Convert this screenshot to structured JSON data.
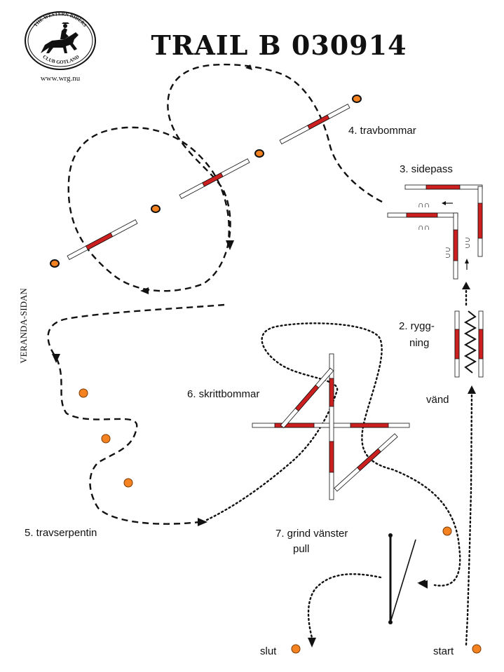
{
  "title": "TRAIL B 030914",
  "logo": {
    "top_text": "THE WESTERN RIDERS",
    "bottom_text": "CLUB GOTLAND",
    "website": "www.wrg.nu"
  },
  "side_label": "VERANDA-SIDAN",
  "obstacles": {
    "travbommar": "4. travbommar",
    "sidepass": "3. sidepass",
    "ryggning_line1": "2. rygg-",
    "ryggning_line2": "ning",
    "vand": "vänd",
    "skrittbommar": "6. skrittbommar",
    "travserpentin": "5. travserpentin",
    "grind_line1": "7. grind vänster",
    "grind_line2": "pull",
    "slut": "slut",
    "start": "start"
  },
  "colors": {
    "cone": "#f58220",
    "pole_red": "#cc1f1f",
    "ink": "#111111"
  }
}
